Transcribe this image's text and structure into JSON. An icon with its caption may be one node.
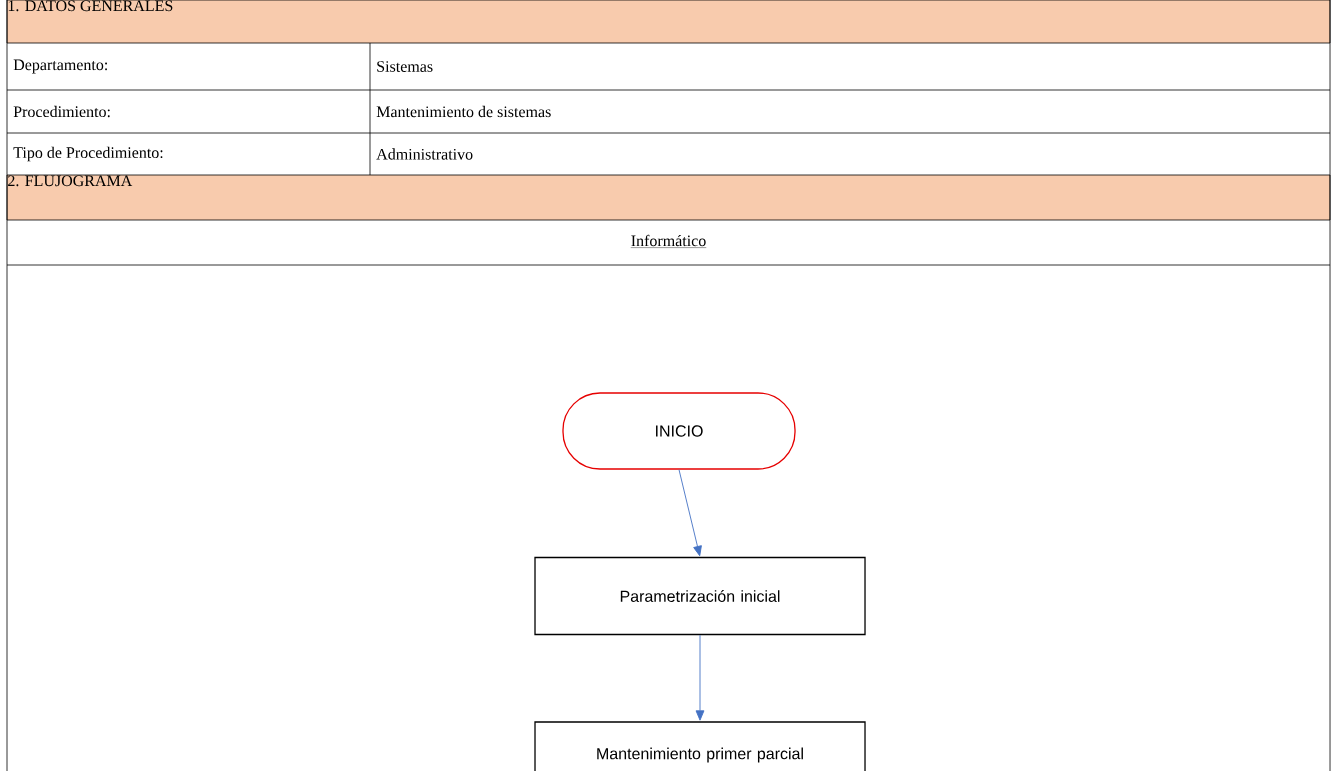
{
  "diagram": {
    "nodes": [
      {
        "text": [
          "INICIO"
        ]
      },
      {
        "text": [
          "Parametrización inicial"
        ]
      },
      {
        "text": [
          "Mantenimiento primer parcial"
        ]
      }
    ],
    "edges": [
      {
        "from": 0,
        "to": 1,
        "arrow": "to"
      },
      {
        "from": 1,
        "to": 2,
        "arrow": "to"
      }
    ],
    "labels": [
      "1. DATOS GENERALES",
      "Departamento:",
      "Sistemas",
      "Procedimiento:",
      "Mantenimiento de sistemas",
      "Tipo de Procedimiento:",
      "Administrativo",
      "2. FLUJOGRAMA",
      "Informático"
    ]
  }
}
